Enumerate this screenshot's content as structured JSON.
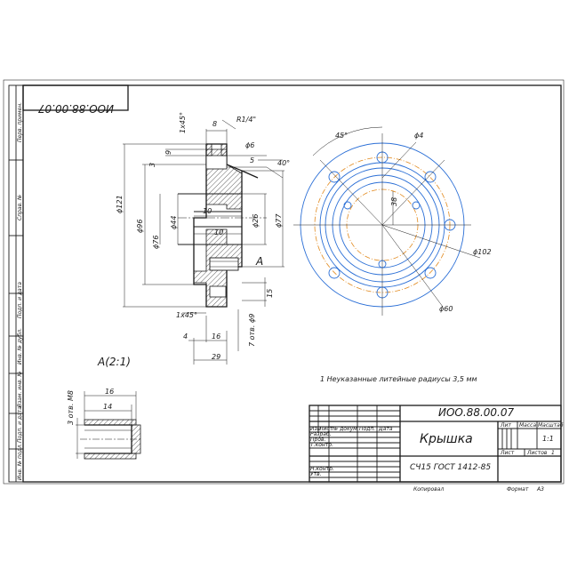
{
  "drawing": {
    "code_top": "ИОО.88.00.07",
    "code_stamp": "ИОО.88.00.07",
    "title": "Крышка",
    "material": "СЧ15 ГОСТ 1412-85",
    "note": "1 Неуказанные литейные радиусы 3,5 мм",
    "view_label": "А(2:1)",
    "section_label": "А",
    "scale": "1:1",
    "sheet_label": "Лист",
    "sheets_label": "Листов",
    "sheets_value": "1",
    "copied": "Копировал",
    "format": "Формат",
    "format_value": "А3"
  },
  "side_column": {
    "cells": [
      "Перв. примен.",
      "Справ. №",
      "Подп. и дата",
      "Инв. № дубл.",
      "Взам. инв. №",
      "Подп. и дата",
      "Инв. № подл."
    ]
  },
  "stamp": {
    "headers": [
      "Изм",
      "Лист",
      "№ докум.",
      "Подп.",
      "Дата"
    ],
    "roles": [
      "Разраб.",
      "Пров.",
      "Т.контр.",
      "",
      "Н.контр.",
      "Утв."
    ],
    "lit": "Лит",
    "mass": "Масса",
    "scale_h": "Масштаб"
  },
  "dims": {
    "d_1x45_top": "1х45°",
    "d_8": "8",
    "d_r14": "R1/4\"",
    "d_9": "9",
    "d_phi6": "ϕ6",
    "d_5": "5",
    "d_40deg": "40°",
    "d_3": "3",
    "d_phi121": "ϕ121",
    "d_phi96": "ϕ96",
    "d_phi76": "ϕ76",
    "d_phi44": "ϕ44",
    "d_10a": "10",
    "d_10b": "10",
    "d_phi26": "ϕ26",
    "d_phi77": "ϕ77",
    "d_15": "15",
    "d_1x45_bot": "1х45°",
    "d_7holes": "7 отв. ϕ9",
    "d_4": "4",
    "d_16": "16",
    "d_29": "29",
    "d_45deg": "45°",
    "d_phi4": "ϕ4",
    "d_38": "38",
    "d_phi102": "ϕ102",
    "d_phi60": "ϕ60",
    "d_3holes_m8": "3 отв. М8",
    "d_v16": "16",
    "d_v14": "14"
  }
}
